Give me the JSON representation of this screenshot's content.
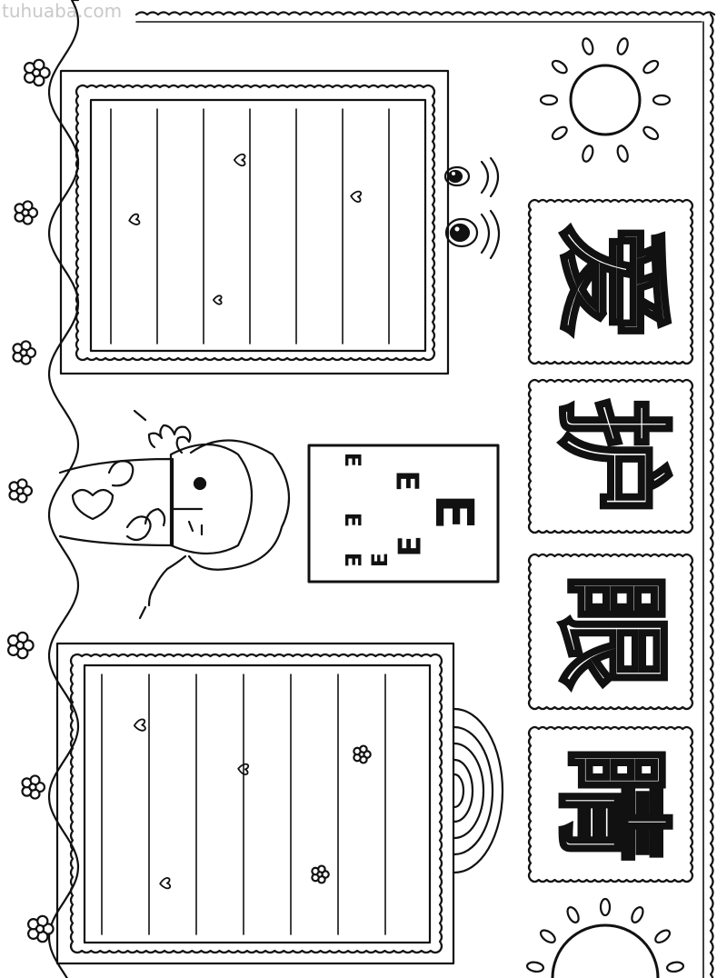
{
  "watermark": "tuhuaba.com",
  "title": {
    "characters": [
      "爱",
      "护",
      "眼",
      "睛"
    ]
  },
  "eye_chart": {
    "letters": [
      "E",
      "E",
      "E",
      "E",
      "E",
      "E",
      "E"
    ]
  },
  "colors": {
    "line": "#111111",
    "background": "#ffffff",
    "watermark": "#c9c9c9"
  },
  "icons": [
    "flower-icon",
    "heart-icon",
    "sun-icon",
    "eye-icon",
    "rainbow-icon",
    "girl-figure"
  ]
}
